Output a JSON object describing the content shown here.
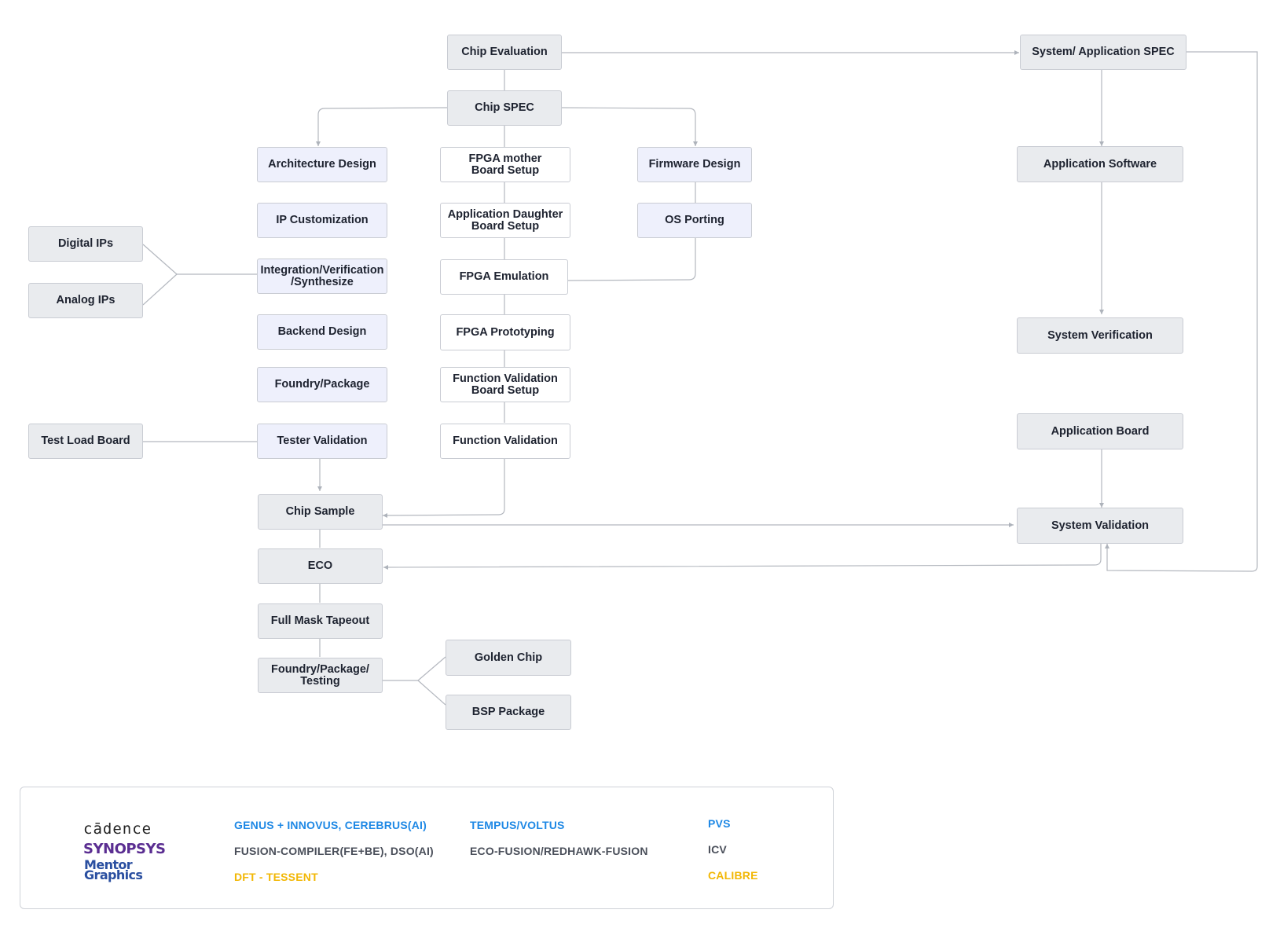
{
  "nodes": {
    "chip_evaluation": "Chip Evaluation",
    "system_application_spec": "System/ Application SPEC",
    "chip_spec": "Chip SPEC",
    "architecture_design": "Architecture Design",
    "fpga_mother_board_setup": "FPGA mother\nBoard Setup",
    "firmware_design": "Firmware Design",
    "application_software": "Application Software",
    "ip_customization": "IP Customization",
    "application_daughter_board_setup": "Application Daughter\nBoard Setup",
    "os_porting": "OS Porting",
    "digital_ips": "Digital IPs",
    "analog_ips": "Analog IPs",
    "integration_verification_synthesize": "Integration/Verification\n/Synthesize",
    "fpga_emulation": "FPGA Emulation",
    "backend_design": "Backend Design",
    "fpga_prototyping": "FPGA Prototyping",
    "system_verification": "System Verification",
    "foundry_package": "Foundry/Package",
    "function_validation_board_setup": "Function Validation\nBoard Setup",
    "application_board": "Application Board",
    "test_load_board": "Test Load Board",
    "tester_validation": "Tester Validation",
    "function_validation": "Function Validation",
    "chip_sample": "Chip Sample",
    "system_validation": "System Validation",
    "eco": "ECO",
    "full_mask_tapeout": "Full Mask Tapeout",
    "foundry_package_testing": "Foundry/Package/\nTesting",
    "golden_chip": "Golden Chip",
    "bsp_package": "BSP Package"
  },
  "legend": {
    "logos": {
      "cadence": "cādence",
      "synopsys": "SYNOPSYS",
      "mentor": "Mentor\nGraphics"
    },
    "tools": {
      "cadence_impl": "GENUS + INNOVUS, CEREBRUS(AI)",
      "cadence_signoff": "TEMPUS/VOLTUS",
      "cadence_pv": "PVS",
      "synopsys_impl": "FUSION-COMPILER(FE+BE), DSO(AI)",
      "synopsys_signoff": "ECO-FUSION/REDHAWK-FUSION",
      "synopsys_pv": "ICV",
      "mentor_dft": "DFT - TESSENT",
      "mentor_pv": "CALIBRE"
    },
    "colors": {
      "cadence": "#1e88e5",
      "synopsys": "#4a4f5a",
      "mentor": "#f2b705"
    }
  }
}
